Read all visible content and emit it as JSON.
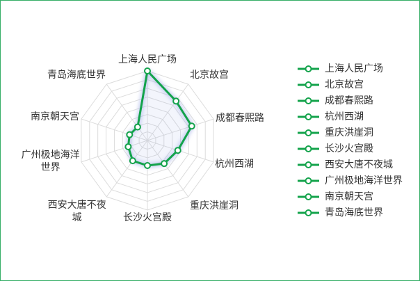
{
  "colors": {
    "series": "#13a34b",
    "frame_border": "#36ae66",
    "grid": "#dcdcdc",
    "text": "#333333",
    "glow": "#9fabe6"
  },
  "chart_data": {
    "type": "line",
    "radar": true,
    "categories": [
      "上海人民广场",
      "北京故宫",
      "成都春熙路",
      "杭州西湖",
      "重庆洪崖洞",
      "长沙火宫殿",
      "西安大唐不夜城",
      "广州极地海洋世界",
      "南京朝天宫",
      "青岛海底世界"
    ],
    "series": [
      {
        "values": [
          100,
          70,
          67,
          46,
          41,
          36,
          36,
          29,
          27,
          24
        ],
        "marker": "circle"
      }
    ],
    "ylim": [
      0,
      100
    ],
    "grid": true,
    "legend": {
      "position": "right",
      "icon": "line-circle-icon",
      "entries": [
        "上海人民广场",
        "北京故宫",
        "成都春熙路",
        "杭州西湖",
        "重庆洪崖洞",
        "长沙火宫殿",
        "西安大唐不夜城",
        "广州极地海洋世界",
        "南京朝天宫",
        "青岛海底世界"
      ]
    }
  }
}
